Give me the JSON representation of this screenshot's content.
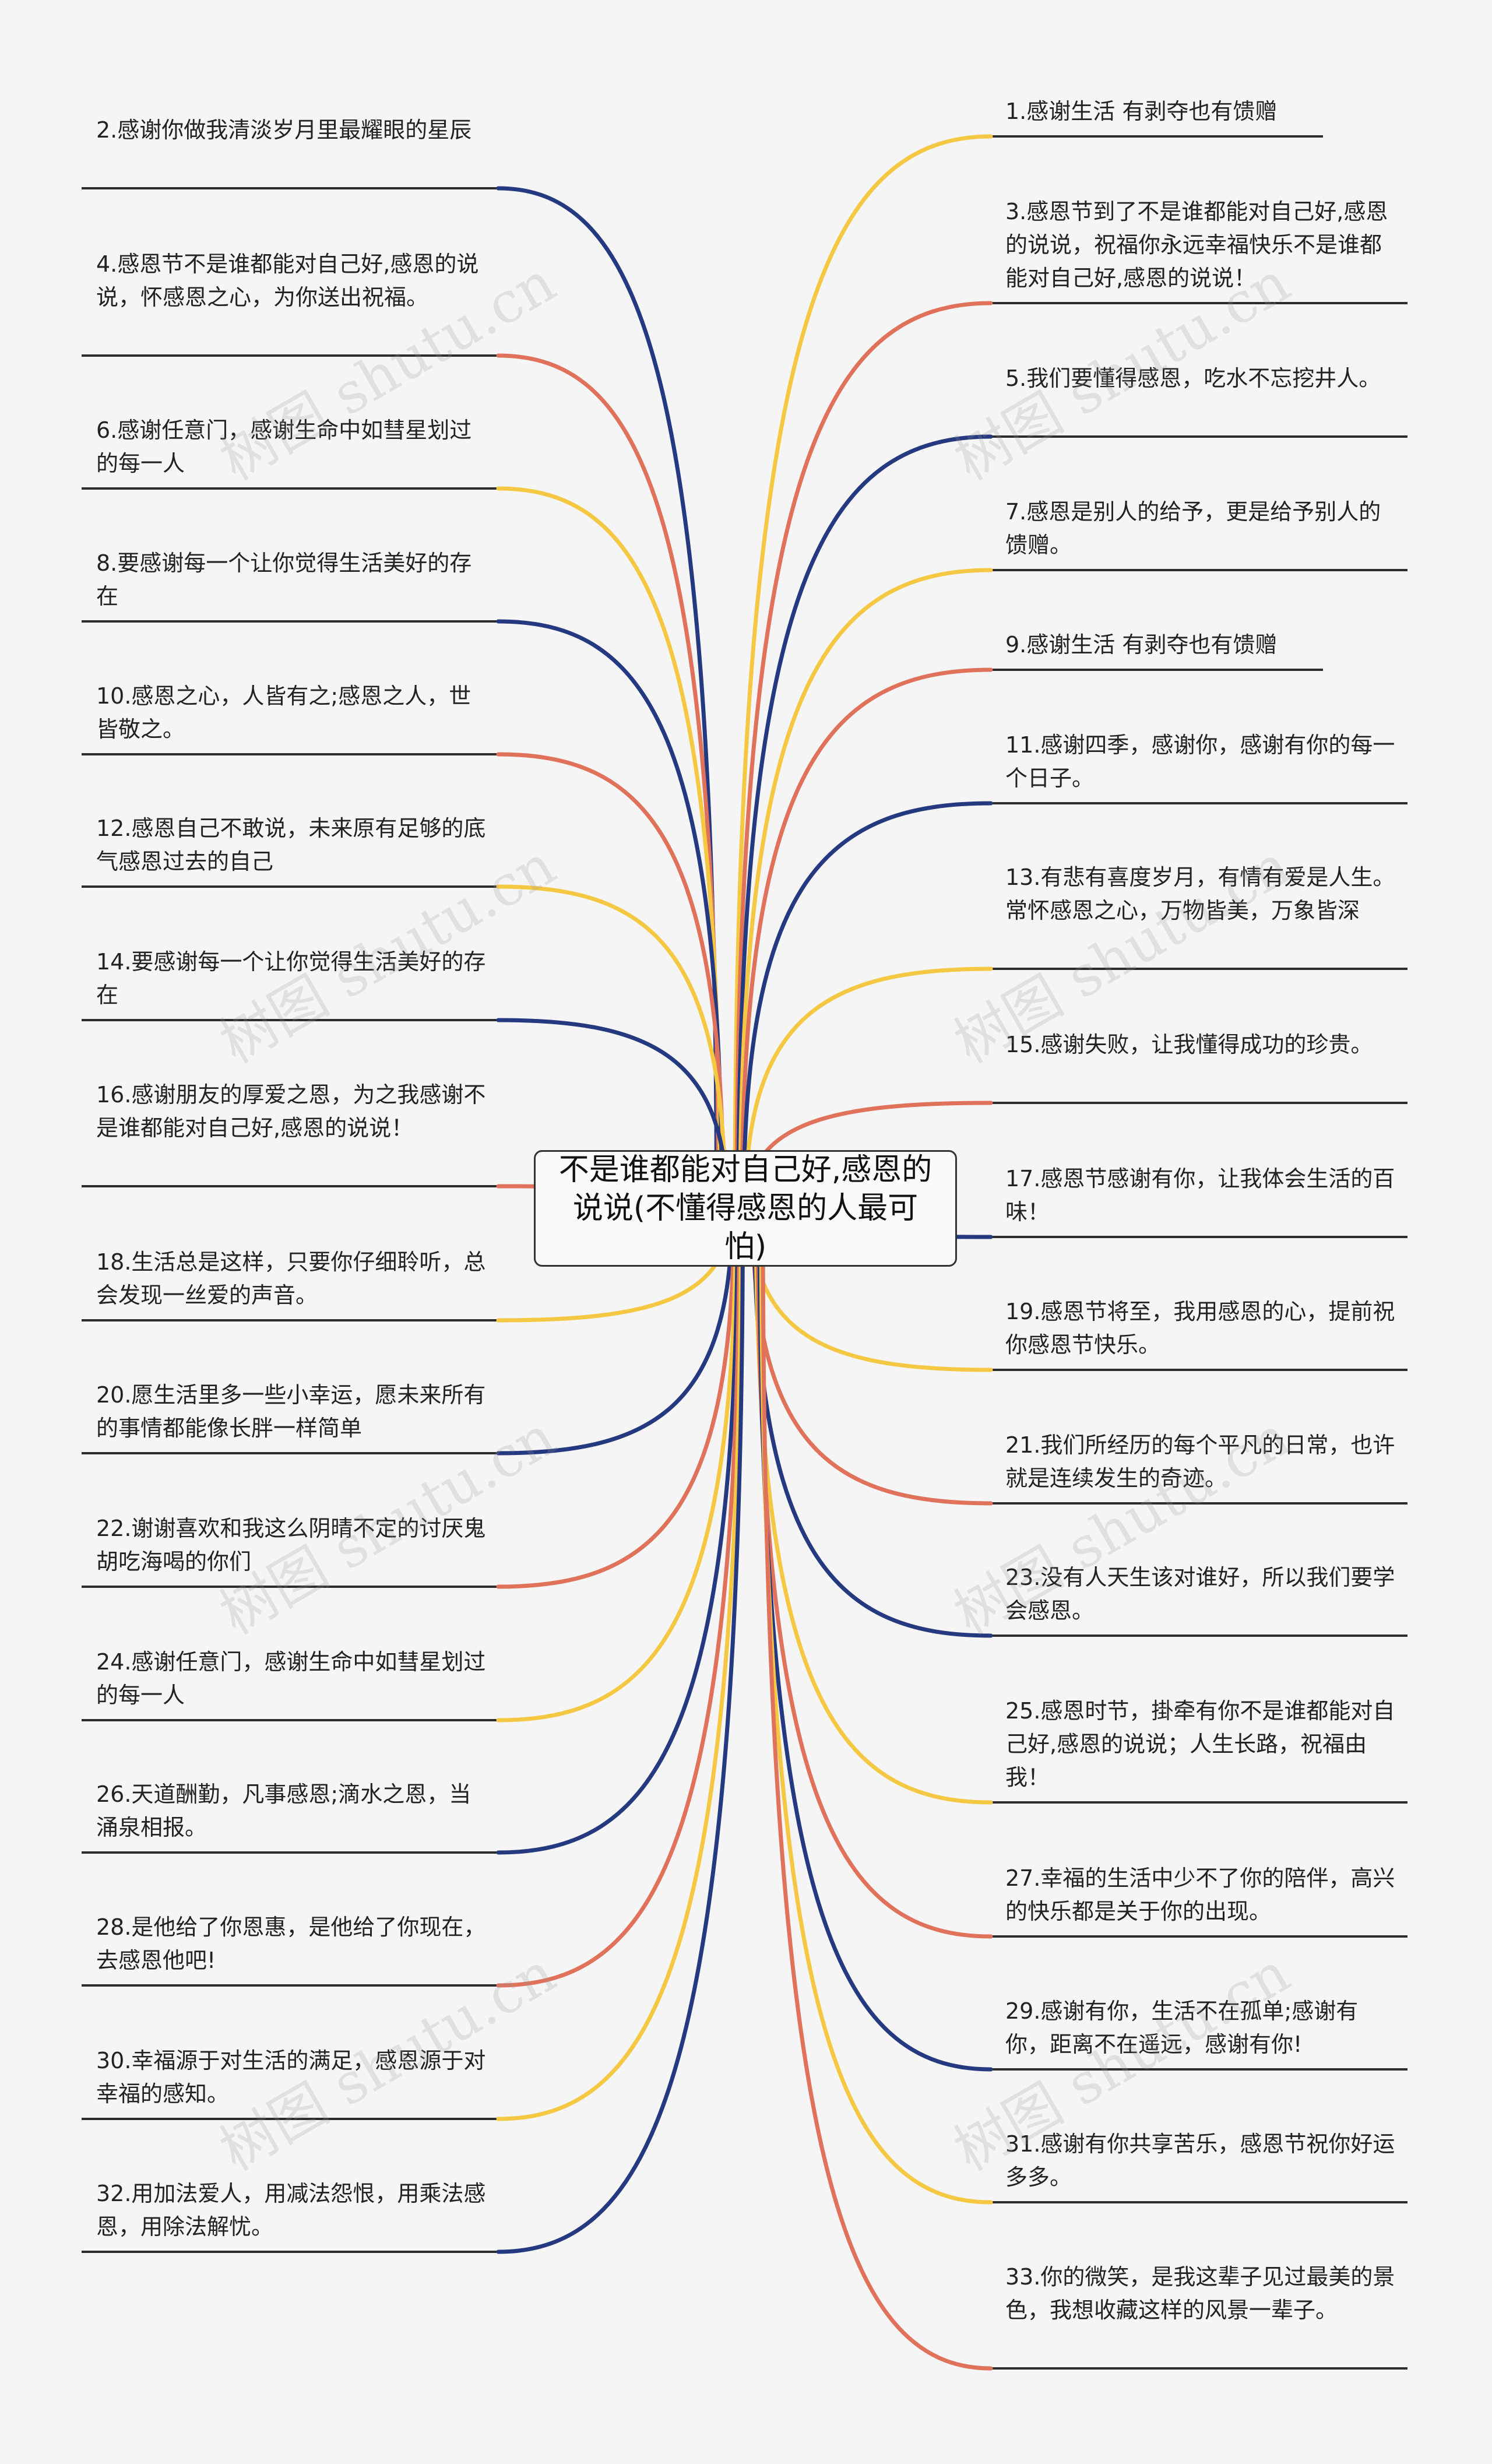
{
  "root": {
    "title": "不是谁都能对自己好,感恩的说说(不懂得感恩的人最可怕)"
  },
  "colors": {
    "navy": "#24397f",
    "coral": "#e0715a",
    "yellow": "#f5c843",
    "underline": "#2d2d2d",
    "background": "#f5f5f5"
  },
  "left_nodes": [
    {
      "text": "2.感谢你做我清淡岁月里最耀眼的星辰",
      "color": "navy"
    },
    {
      "text": "4.感恩节不是谁都能对自己好,感恩的说说，怀感恩之心，为你送出祝福。",
      "color": "coral"
    },
    {
      "text": "6.感谢任意门，感谢生命中如彗星划过的每一人",
      "color": "yellow"
    },
    {
      "text": "8.要感谢每一个让你觉得生活美好的存在",
      "color": "navy"
    },
    {
      "text": "10.感恩之心，人皆有之;感恩之人，世皆敬之。",
      "color": "coral"
    },
    {
      "text": "12.感恩自己不敢说，未来原有足够的底气感恩过去的自己",
      "color": "yellow"
    },
    {
      "text": "14.要感谢每一个让你觉得生活美好的存在",
      "color": "navy"
    },
    {
      "text": "16.感谢朋友的厚爱之恩，为之我感谢不是谁都能对自己好,感恩的说说！",
      "color": "coral"
    },
    {
      "text": "18.生活总是这样，只要你仔细聆听，总会发现一丝爱的声音。",
      "color": "yellow"
    },
    {
      "text": "20.愿生活里多一些小幸运，愿未来所有的事情都能像长胖一样简单",
      "color": "navy"
    },
    {
      "text": "22.谢谢喜欢和我这么阴晴不定的讨厌鬼胡吃海喝的你们",
      "color": "coral"
    },
    {
      "text": "24.感谢任意门，感谢生命中如彗星划过的每一人",
      "color": "yellow"
    },
    {
      "text": "26.天道酬勤，凡事感恩;滴水之恩，当涌泉相报。",
      "color": "navy"
    },
    {
      "text": "28.是他给了你恩惠，是他给了你现在，去感恩他吧!",
      "color": "coral"
    },
    {
      "text": "30.幸福源于对生活的满足，感恩源于对幸福的感知。",
      "color": "yellow"
    },
    {
      "text": "32.用加法爱人，用减法怨恨，用乘法感恩，用除法解忧。",
      "color": "navy"
    }
  ],
  "right_nodes": [
    {
      "text": "1.感谢生活 有剥夺也有馈赠",
      "color": "yellow"
    },
    {
      "text": "3.感恩节到了不是谁都能对自己好,感恩的说说，祝福你永远幸福快乐不是谁都能对自己好,感恩的说说！",
      "color": "coral"
    },
    {
      "text": "5.我们要懂得感恩，吃水不忘挖井人。",
      "color": "navy"
    },
    {
      "text": "7.感恩是别人的给予，更是给予别人的馈赠。",
      "color": "yellow"
    },
    {
      "text": "9.感谢生活 有剥夺也有馈赠",
      "color": "coral"
    },
    {
      "text": "11.感谢四季，感谢你，感谢有你的每一个日子。",
      "color": "navy"
    },
    {
      "text": "13.有悲有喜度岁月，有情有爱是人生。常怀感恩之心，万物皆美，万象皆深",
      "color": "yellow"
    },
    {
      "text": "15.感谢失败，让我懂得成功的珍贵。",
      "color": "coral"
    },
    {
      "text": "17.感恩节感谢有你，让我体会生活的百味！",
      "color": "navy"
    },
    {
      "text": "19.感恩节将至，我用感恩的心，提前祝你感恩节快乐。",
      "color": "yellow"
    },
    {
      "text": "21.我们所经历的每个平凡的日常，也许就是连续发生的奇迹。",
      "color": "coral"
    },
    {
      "text": "23.没有人天生该对谁好，所以我们要学会感恩。",
      "color": "navy"
    },
    {
      "text": "25.感恩时节，掛牵有你不是谁都能对自己好,感恩的说说；人生长路，祝福由我！",
      "color": "yellow"
    },
    {
      "text": "27.幸福的生活中少不了你的陪伴，高兴的快乐都是关于你的出现。",
      "color": "coral"
    },
    {
      "text": "29.感谢有你，生活不在孤单;感谢有你，距离不在遥远，感谢有你!",
      "color": "navy"
    },
    {
      "text": "31.感谢有你共享苦乐，感恩节祝你好运多多。",
      "color": "yellow"
    },
    {
      "text": "33.你的微笑，是我这辈子见过最美的景色，我想收藏这样的风景一辈子。",
      "color": "coral"
    }
  ],
  "watermarks": [
    "树图 shutu.cn",
    "树图 shutu.cn",
    "树图 shutu.cn",
    "树图 shutu.cn",
    "树图 shutu.cn",
    "树图 shutu.cn",
    "树图 shutu.cn",
    "树图 shutu.cn"
  ]
}
